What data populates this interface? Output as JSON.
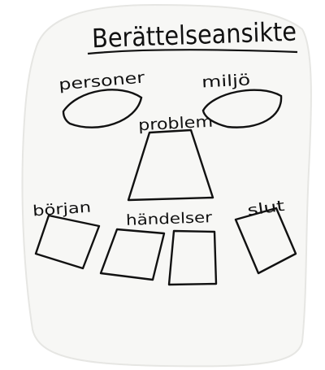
{
  "title": "Berättelseansikte",
  "labels": {
    "personer": "personer",
    "miljo": "miljö",
    "problem": "problem",
    "borjan": "början",
    "handelser": "händelser",
    "slut": "slut"
  },
  "colors": {
    "ink": "#111111",
    "paper": "#f7f7f5",
    "paper_shadow": "#e6e6e3",
    "background": "#ffffff"
  }
}
